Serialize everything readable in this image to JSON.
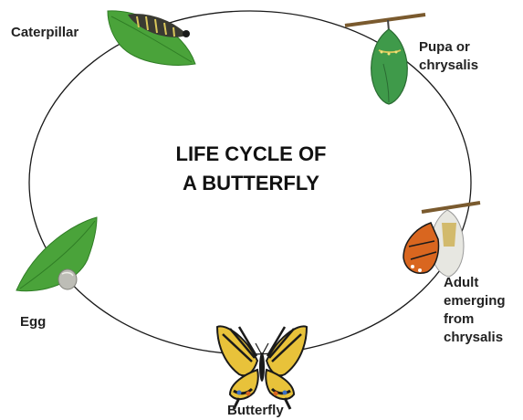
{
  "diagram": {
    "title_line1": "LIFE CYCLE OF",
    "title_line2": "A BUTTERFLY",
    "stages": {
      "caterpillar": "Caterpillar",
      "pupa_line1": "Pupa or",
      "pupa_line2": "chrysalis",
      "adult_line1": "Adult",
      "adult_line2": "emerging",
      "adult_line3": "from",
      "adult_line4": "chrysalis",
      "butterfly": "Butterfly",
      "egg": "Egg"
    }
  },
  "colors": {
    "cycle_line": "#1a1a1a",
    "leaf_green": "#4aa33a",
    "leaf_dark": "#2f7d25",
    "chrysalis_green": "#3f9a4a",
    "wing_yellow": "#e8c23a",
    "wing_black": "#1a1a1a",
    "wing_orange": "#d9661f",
    "wing_blue": "#3a6fc4",
    "branch_brown": "#7a5a2e"
  },
  "icons": [
    "caterpillar-on-leaf",
    "hanging-pupa",
    "emerging-adult",
    "swallowtail-butterfly",
    "egg-on-leaf"
  ]
}
